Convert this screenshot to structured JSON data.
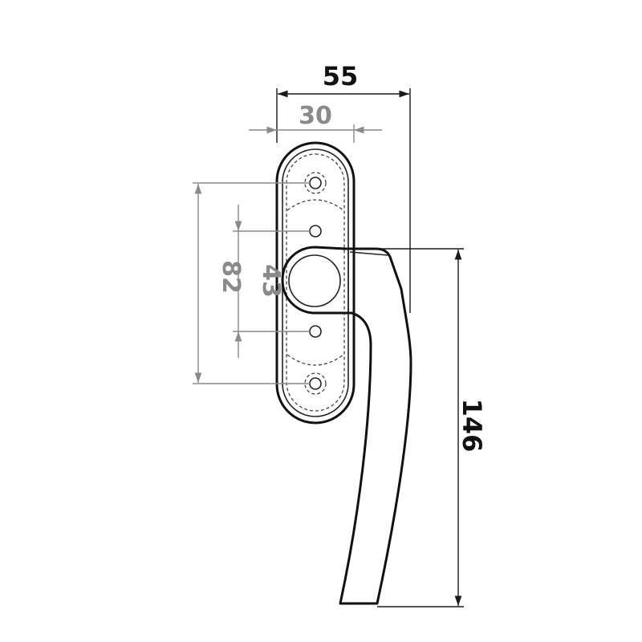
{
  "dimensions": {
    "overall_width": "55",
    "rosette_width": "30",
    "hole_spacing_outer": "82",
    "hole_spacing_inner": "43",
    "handle_length": "146"
  },
  "colors": {
    "primary_line": "#111111",
    "secondary_dimension": "#8a8a8a",
    "background": "#ffffff"
  }
}
